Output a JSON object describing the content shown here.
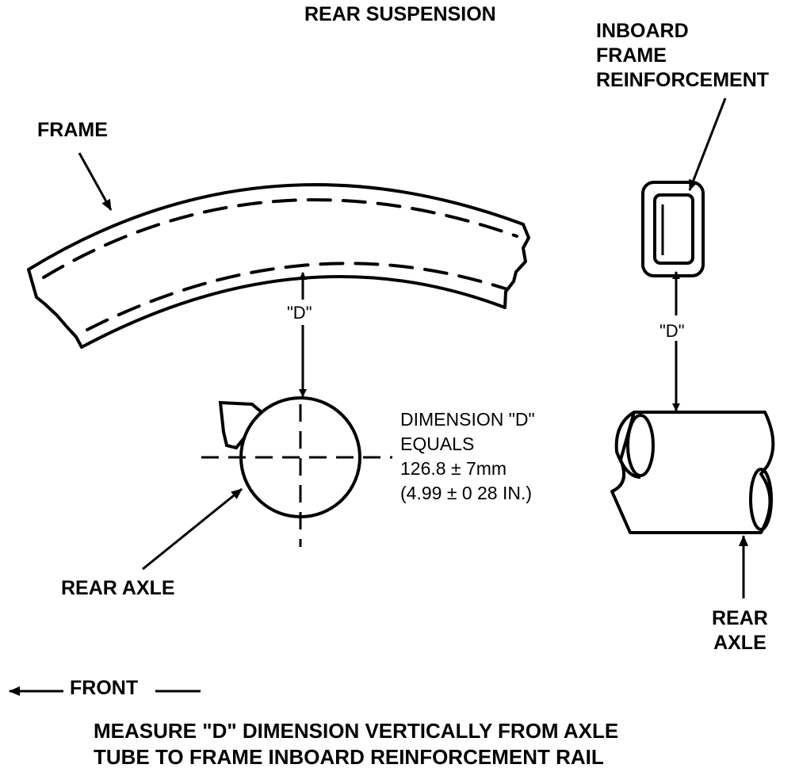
{
  "diagram": {
    "title": "REAR SUSPENSION",
    "labels": {
      "frame": "FRAME",
      "inboard": [
        "INBOARD",
        "FRAME",
        "REINFORCEMENT"
      ],
      "d_left": "\"D\"",
      "d_right": "\"D\"",
      "rear_axle_left": "REAR AXLE",
      "rear_axle_right": [
        "REAR",
        "AXLE"
      ],
      "front": "FRONT"
    },
    "spec": {
      "line1": "DIMENSION \"D\"",
      "line2": "EQUALS",
      "line3": "126.8 ± 7mm",
      "line4": "(4.99 ± 0 28 IN.)"
    },
    "note": {
      "line1": "MEASURE \"D\" DIMENSION VERTICALLY FROM AXLE",
      "line2": "TUBE TO FRAME INBOARD REINFORCEMENT RAIL"
    }
  }
}
